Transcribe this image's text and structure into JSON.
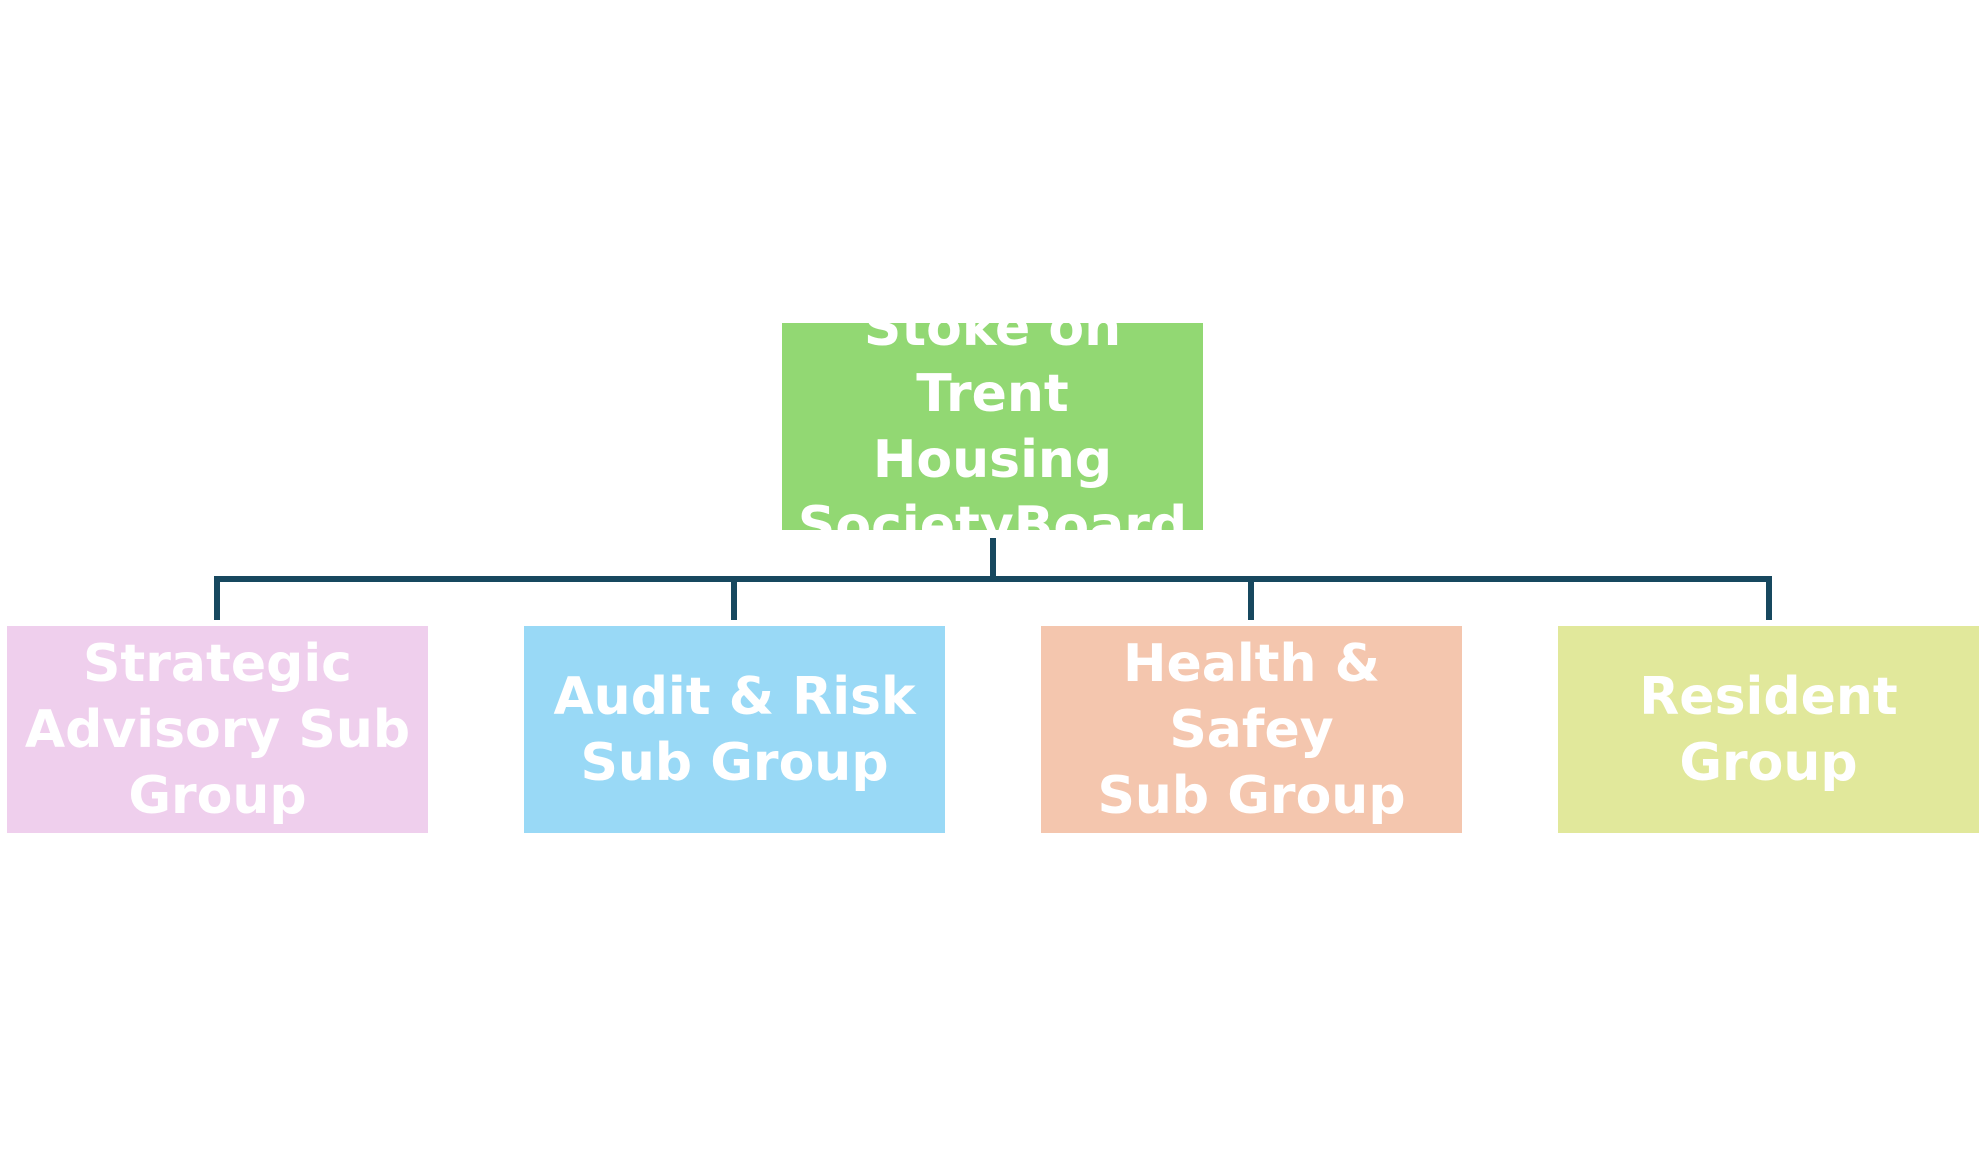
{
  "root": {
    "lines": [
      "Stoke on Trent",
      "Housing",
      "SocietyBoard"
    ],
    "color": "#92d873"
  },
  "children": [
    {
      "lines": [
        "Strategic",
        "Advisory Sub",
        "Group"
      ],
      "color": "#efcfed"
    },
    {
      "lines": [
        "Audit & Risk",
        "Sub Group"
      ],
      "color": "#99d9f6"
    },
    {
      "lines": [
        "Health & Safey",
        "Sub Group"
      ],
      "color": "#f4c6ae"
    },
    {
      "lines": [
        "Resident",
        "Group"
      ],
      "color": "#e1e89b"
    }
  ],
  "connector_color": "#17485f",
  "text_color": "#ffffff"
}
